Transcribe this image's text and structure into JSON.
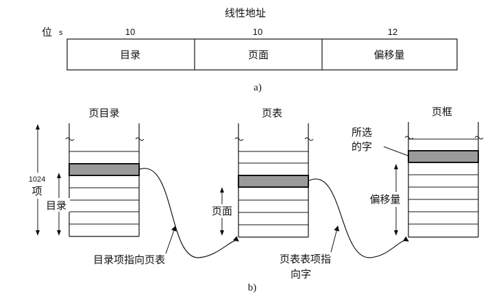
{
  "part_a": {
    "title": "线性地址",
    "bits_label": "位",
    "bit_counts": [
      "10",
      "10",
      "12"
    ],
    "fields": [
      "目录",
      "页面",
      "偏移量"
    ],
    "caption": "a)"
  },
  "part_b": {
    "tables": [
      {
        "title": "页目录"
      },
      {
        "title": "页表"
      },
      {
        "title": "页框"
      }
    ],
    "size_label_num": "1024",
    "size_label_unit": "项",
    "dir_label": "目录",
    "page_label": "页面",
    "offset_label": "偏移量",
    "selected_word_line1": "所选",
    "selected_word_line2": "的字",
    "dir_entry_note": "目录项指向页表",
    "pt_entry_note_line1": "页表表项指",
    "pt_entry_note_line2": "向字",
    "caption": "b)"
  }
}
